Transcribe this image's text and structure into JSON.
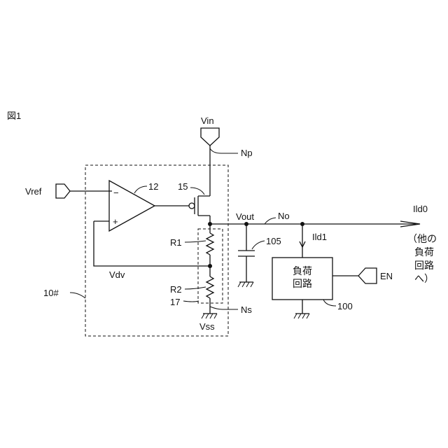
{
  "figure_label": "図1",
  "labels": {
    "vin": "Vin",
    "np": "Np",
    "vref": "Vref",
    "opamp": "12",
    "opamp_minus": "−",
    "opamp_plus": "+",
    "transistor": "15",
    "vout": "Vout",
    "no": "No",
    "ild0": "Ild0",
    "ild1": "Ild1",
    "r1": "R1",
    "r2": "R2",
    "vdv": "Vdv",
    "cap": "105",
    "block": "10#",
    "divider": "17",
    "ns": "Ns",
    "vss": "Vss",
    "load_line1": "負荷",
    "load_line2": "回路",
    "load_ref": "100",
    "en": "EN",
    "other1": "（他の",
    "other2": "負荷",
    "other3": "回路",
    "other4": "へ）"
  }
}
